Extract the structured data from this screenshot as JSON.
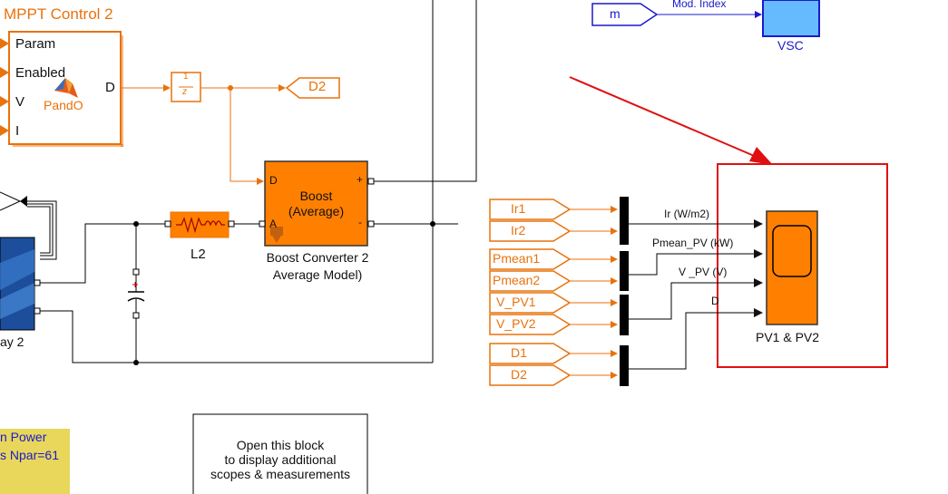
{
  "mppt": {
    "title": "MPPT Control 2",
    "ports_in": [
      "Param",
      "Enabled",
      "V",
      "I"
    ],
    "port_out": "D",
    "name": "PandO"
  },
  "unit_delay": {
    "num": "1",
    "den": "z"
  },
  "goto_d2": "D2",
  "boost": {
    "label_l1": "Boost",
    "label_l2": "(Average)",
    "port_d": "D",
    "port_a": "A",
    "port_plus": "+",
    "port_minus": "-",
    "name_l1": "Boost Converter 2",
    "name_l2": "Average Model)"
  },
  "inductor": {
    "name": "L2"
  },
  "pv_array": {
    "name_partial": "ay 2"
  },
  "mod_index": {
    "from_tag": "m",
    "signal": "Mod. Index"
  },
  "vsc": {
    "name": "VSC"
  },
  "from_tags": [
    "Ir1",
    "Ir2",
    "Pmean1",
    "Pmean2",
    "V_PV1",
    "V_PV2",
    "D1",
    "D2"
  ],
  "signals": [
    "Ir (W/m2)",
    "Pmean_PV (kW)",
    "V _PV (V)",
    "D"
  ],
  "scope": {
    "name": "PV1 & PV2"
  },
  "note": {
    "line1": "Open this block",
    "line2": "to display additional",
    "line3": "scopes & measurements"
  },
  "info_box": {
    "line1": "n Power",
    "line2": "s Npar=61"
  },
  "colors": {
    "orange": "#e8720c",
    "block_fill": "#ff8000",
    "blue": "#1a1acc",
    "highlight": "#e01010",
    "vsc_fill": "#66bbff",
    "info_fill": "#e8d75a"
  }
}
